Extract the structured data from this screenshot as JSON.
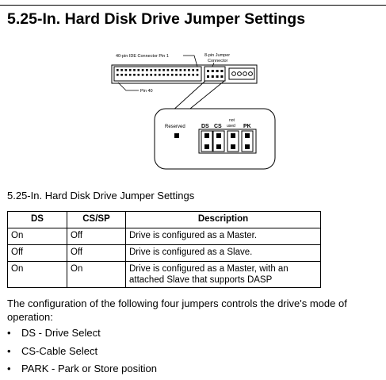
{
  "title": "5.25-In. Hard Disk Drive Jumper Settings",
  "figure": {
    "label_connector_pin1": "40-pin IDE Connector Pin 1",
    "label_jumper_line1": "8-pin Jumper",
    "label_jumper_line2": "Connector",
    "label_pin40": "Pin 40",
    "label_reserved": "Reserved",
    "label_ds": "DS",
    "label_cs": "CS",
    "label_not": "not",
    "label_used": "used",
    "label_pk": "PK"
  },
  "caption": "5.25-In. Hard Disk Drive Jumper Settings",
  "table": {
    "headers": [
      "DS",
      "CS/SP",
      "Description"
    ],
    "rows": [
      [
        "On",
        "Off",
        "Drive is configured as a Master."
      ],
      [
        "Off",
        "Off",
        "Drive is configured as a Slave."
      ],
      [
        "On",
        "On",
        "Drive is configured as a Master, with an attached Slave that supports DASP"
      ]
    ]
  },
  "paragraph": "The configuration of the following four jumpers controls the drive's mode of operation:",
  "bullets": [
    "DS - Drive Select",
    "CS-Cable Select",
    "PARK - Park or Store position"
  ],
  "bullet_glyph": "•"
}
